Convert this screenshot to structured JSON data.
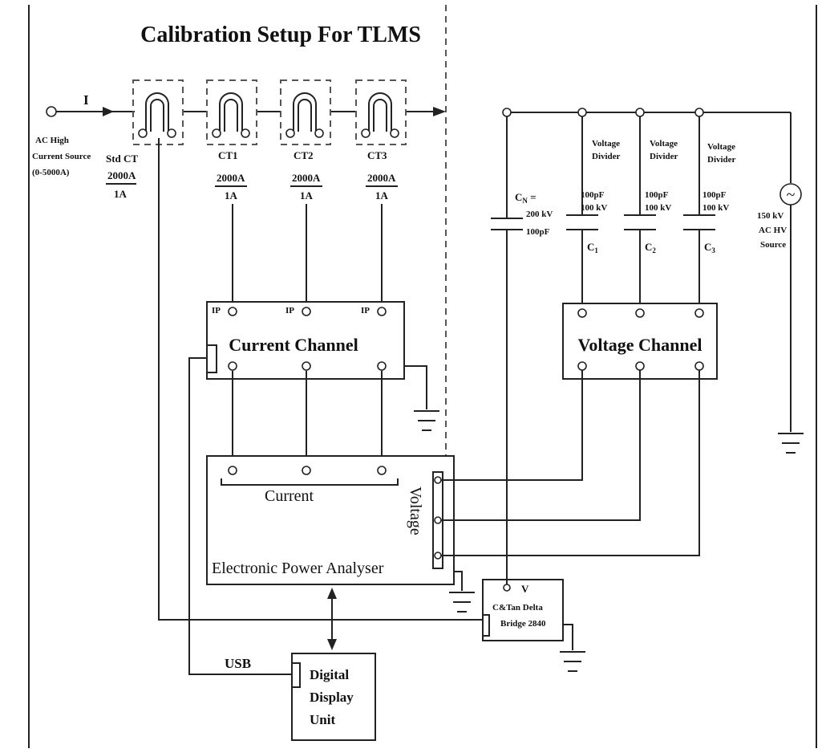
{
  "title": "Calibration Setup For TLMS",
  "source": {
    "current_arrow": "I",
    "lines": [
      "AC High",
      "Current Source",
      "(0-5000A)"
    ]
  },
  "std_ct": {
    "name": "Std CT",
    "ratio_num": "2000A",
    "ratio_den": "1A"
  },
  "cts": [
    {
      "name": "CT1",
      "ratio_num": "2000A",
      "ratio_den": "1A"
    },
    {
      "name": "CT2",
      "ratio_num": "2000A",
      "ratio_den": "1A"
    },
    {
      "name": "CT3",
      "ratio_num": "2000A",
      "ratio_den": "1A"
    }
  ],
  "current_channel": {
    "label": "Current Channel",
    "ip_labels": [
      "IP",
      "IP",
      "IP"
    ]
  },
  "power_analyser": {
    "label": "Electronic Power Analyser",
    "current_label": "Current",
    "voltage_label": "Voltage"
  },
  "digital_display": {
    "lines": [
      "Digital",
      "Display",
      "Unit"
    ],
    "usb_label": "USB"
  },
  "std_capacitor": {
    "label": "C",
    "subscript": "N",
    "lines": [
      "200 kV",
      "100pF"
    ]
  },
  "voltage_dividers": [
    {
      "title": [
        "Voltage",
        "Divider"
      ],
      "rating": [
        "100pF",
        "100 kV"
      ],
      "cap_label": "C",
      "cap_sub": "1"
    },
    {
      "title": [
        "Voltage",
        "Divider"
      ],
      "rating": [
        "100pF",
        "100 kV"
      ],
      "cap_label": "C",
      "cap_sub": "2"
    },
    {
      "title": [
        "Voltage",
        "Divider"
      ],
      "rating": [
        "100pF",
        "100 kV"
      ],
      "cap_label": "C",
      "cap_sub": "3"
    }
  ],
  "hv_source": {
    "symbol": "~",
    "lines": [
      "150 kV",
      "AC HV",
      "Source"
    ]
  },
  "voltage_channel": {
    "label": "Voltage Channel"
  },
  "bridge": {
    "v_label": "V",
    "lines": [
      "C&Tan Delta",
      "Bridge 2840"
    ]
  }
}
